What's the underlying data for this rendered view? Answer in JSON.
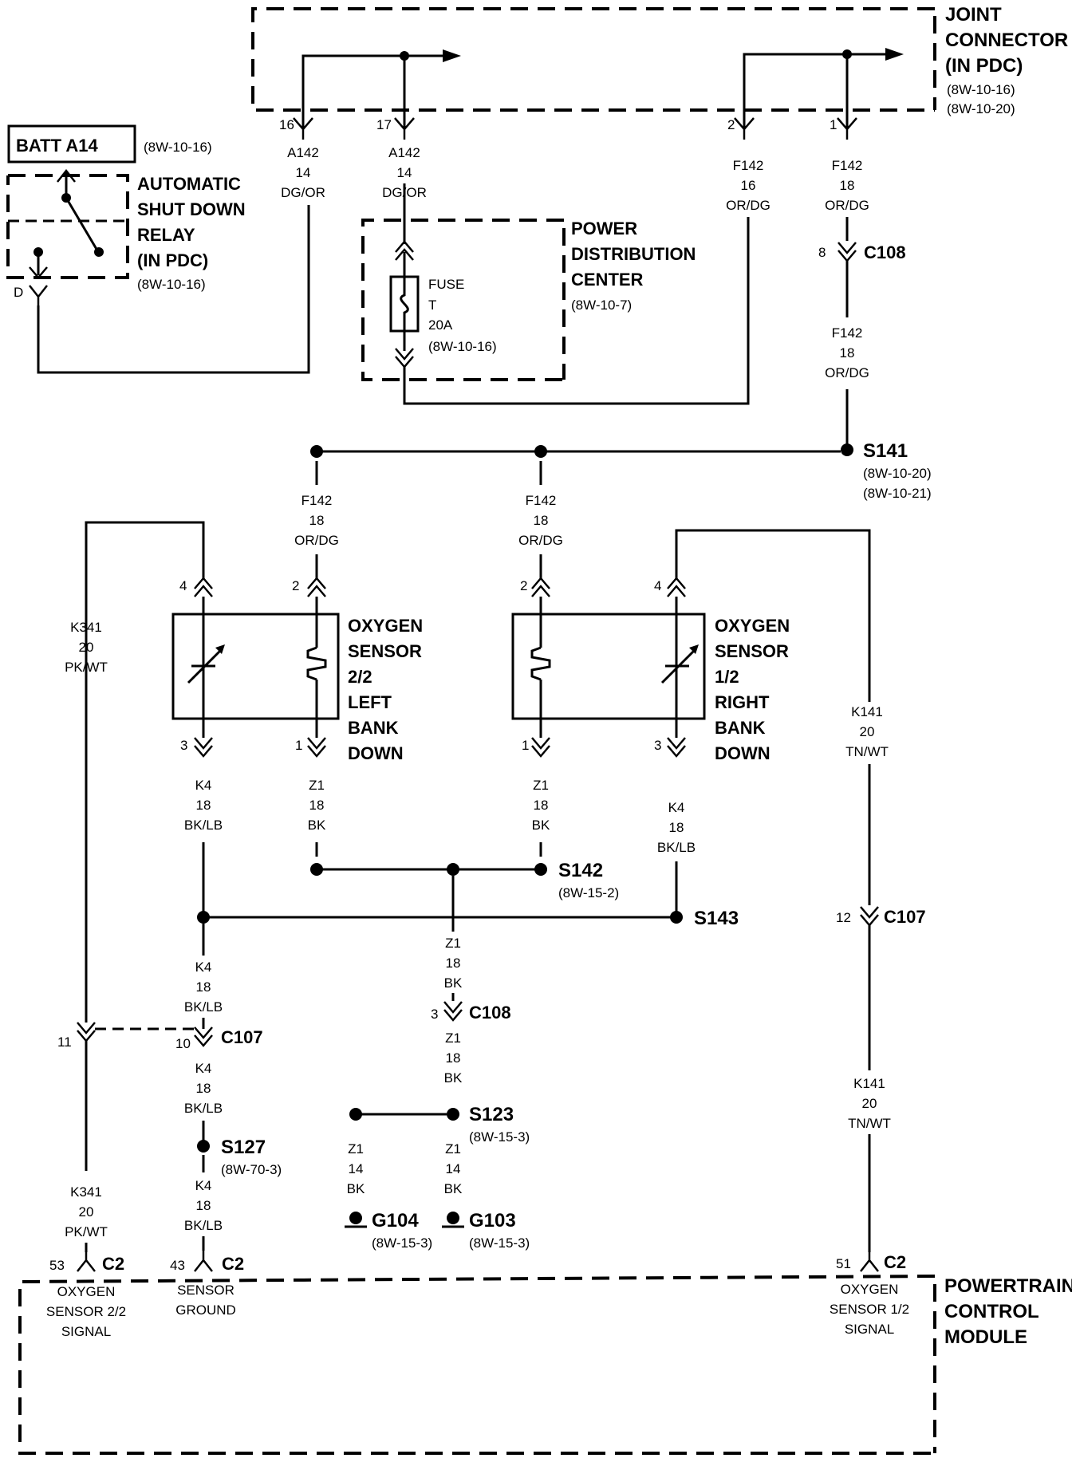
{
  "labels": {
    "joint_connector": [
      "JOINT",
      "CONNECTOR",
      "(IN PDC)"
    ],
    "joint_connector_refs": [
      "(8W-10-16)",
      "(8W-10-20)"
    ],
    "batt": "BATT A14",
    "batt_ref": "(8W-10-16)",
    "asd_relay": [
      "AUTOMATIC",
      "SHUT DOWN",
      "RELAY",
      "(IN PDC)"
    ],
    "asd_relay_ref": "(8W-10-16)",
    "pin_d": "D",
    "pdc": [
      "POWER",
      "DISTRIBUTION",
      "CENTER"
    ],
    "pdc_ref": "(8W-10-7)",
    "fuse": [
      "FUSE",
      "T",
      "20A",
      "(8W-10-16)"
    ],
    "o2_left": [
      "OXYGEN",
      "SENSOR",
      "2/2",
      "LEFT",
      "BANK",
      "DOWN"
    ],
    "o2_right": [
      "OXYGEN",
      "SENSOR",
      "1/2",
      "RIGHT",
      "BANK",
      "DOWN"
    ],
    "pcm": [
      "POWERTRAIN",
      "CONTROL",
      "MODULE"
    ],
    "pcm_pin53": [
      "OXYGEN",
      "SENSOR 2/2",
      "SIGNAL"
    ],
    "pcm_pin43": [
      "SENSOR",
      "GROUND"
    ],
    "pcm_pin51": [
      "OXYGEN",
      "SENSOR 1/2",
      "SIGNAL"
    ]
  },
  "wires": {
    "a142_16": [
      "A142",
      "14",
      "DG/OR"
    ],
    "a142_17": [
      "A142",
      "14",
      "DG/OR"
    ],
    "f142_2": [
      "F142",
      "16",
      "OR/DG"
    ],
    "f142_1": [
      "F142",
      "18",
      "OR/DG"
    ],
    "f142_c108": [
      "F142",
      "18",
      "OR/DG"
    ],
    "f142_left": [
      "F142",
      "18",
      "OR/DG"
    ],
    "f142_mid": [
      "F142",
      "18",
      "OR/DG"
    ],
    "k341_top": [
      "K341",
      "20",
      "PK/WT"
    ],
    "k341_bot": [
      "K341",
      "20",
      "PK/WT"
    ],
    "k141_top": [
      "K141",
      "20",
      "TN/WT"
    ],
    "k141_bot": [
      "K141",
      "20",
      "TN/WT"
    ],
    "k4_left": [
      "K4",
      "18",
      "BK/LB"
    ],
    "z1_left": [
      "Z1",
      "18",
      "BK"
    ],
    "z1_right": [
      "Z1",
      "18",
      "BK"
    ],
    "k4_right": [
      "K4",
      "18",
      "BK/LB"
    ],
    "k4_s143": [
      "K4",
      "18",
      "BK/LB"
    ],
    "z1_s142": [
      "Z1",
      "18",
      "BK"
    ],
    "k4_c107": [
      "K4",
      "18",
      "BK/LB"
    ],
    "k4_s127": [
      "K4",
      "18",
      "BK/LB"
    ],
    "z1_c108": [
      "Z1",
      "18",
      "BK"
    ],
    "z1_g104": [
      "Z1",
      "14",
      "BK"
    ],
    "z1_g103": [
      "Z1",
      "14",
      "BK"
    ]
  },
  "connectors": {
    "c108": "C108",
    "c107": "C107",
    "c2": "C2",
    "s141": "S141",
    "s141_refs": [
      "(8W-10-20)",
      "(8W-10-21)"
    ],
    "s142": "S142",
    "s142_ref": "(8W-15-2)",
    "s143": "S143",
    "s123": "S123",
    "s123_ref": "(8W-15-3)",
    "s127": "S127",
    "s127_ref": "(8W-70-3)",
    "g104": "G104",
    "g104_ref": "(8W-15-3)",
    "g103": "G103",
    "g103_ref": "(8W-15-3)"
  },
  "pins": {
    "p16": "16",
    "p17": "17",
    "p2": "2",
    "p1": "1",
    "p8": "8",
    "p4": "4",
    "p2b": "2",
    "p3": "3",
    "p1b": "1",
    "p2r": "2",
    "p4r": "4",
    "p1r": "1",
    "p3r": "3",
    "p12": "12",
    "p11": "11",
    "p10": "10",
    "p3c": "3",
    "p53": "53",
    "p43": "43",
    "p51": "51"
  }
}
